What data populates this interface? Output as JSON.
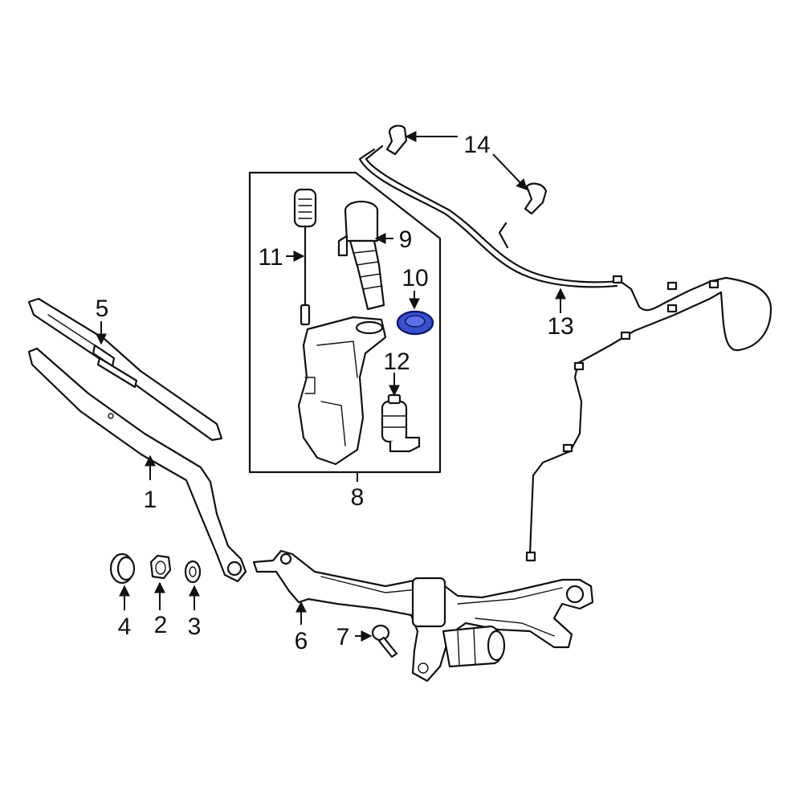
{
  "callouts": {
    "c1": "1",
    "c2": "2",
    "c3": "3",
    "c4": "4",
    "c5": "5",
    "c6": "6",
    "c7": "7",
    "c8": "8",
    "c9": "9",
    "c10": "10",
    "c11": "11",
    "c12": "12",
    "c13": "13",
    "c14": "14"
  },
  "colors": {
    "line": "#111111",
    "background": "#ffffff",
    "highlight_fill": "#3a4fd0",
    "highlight_stroke": "#0e1a6e"
  },
  "highlighted_part": "10"
}
